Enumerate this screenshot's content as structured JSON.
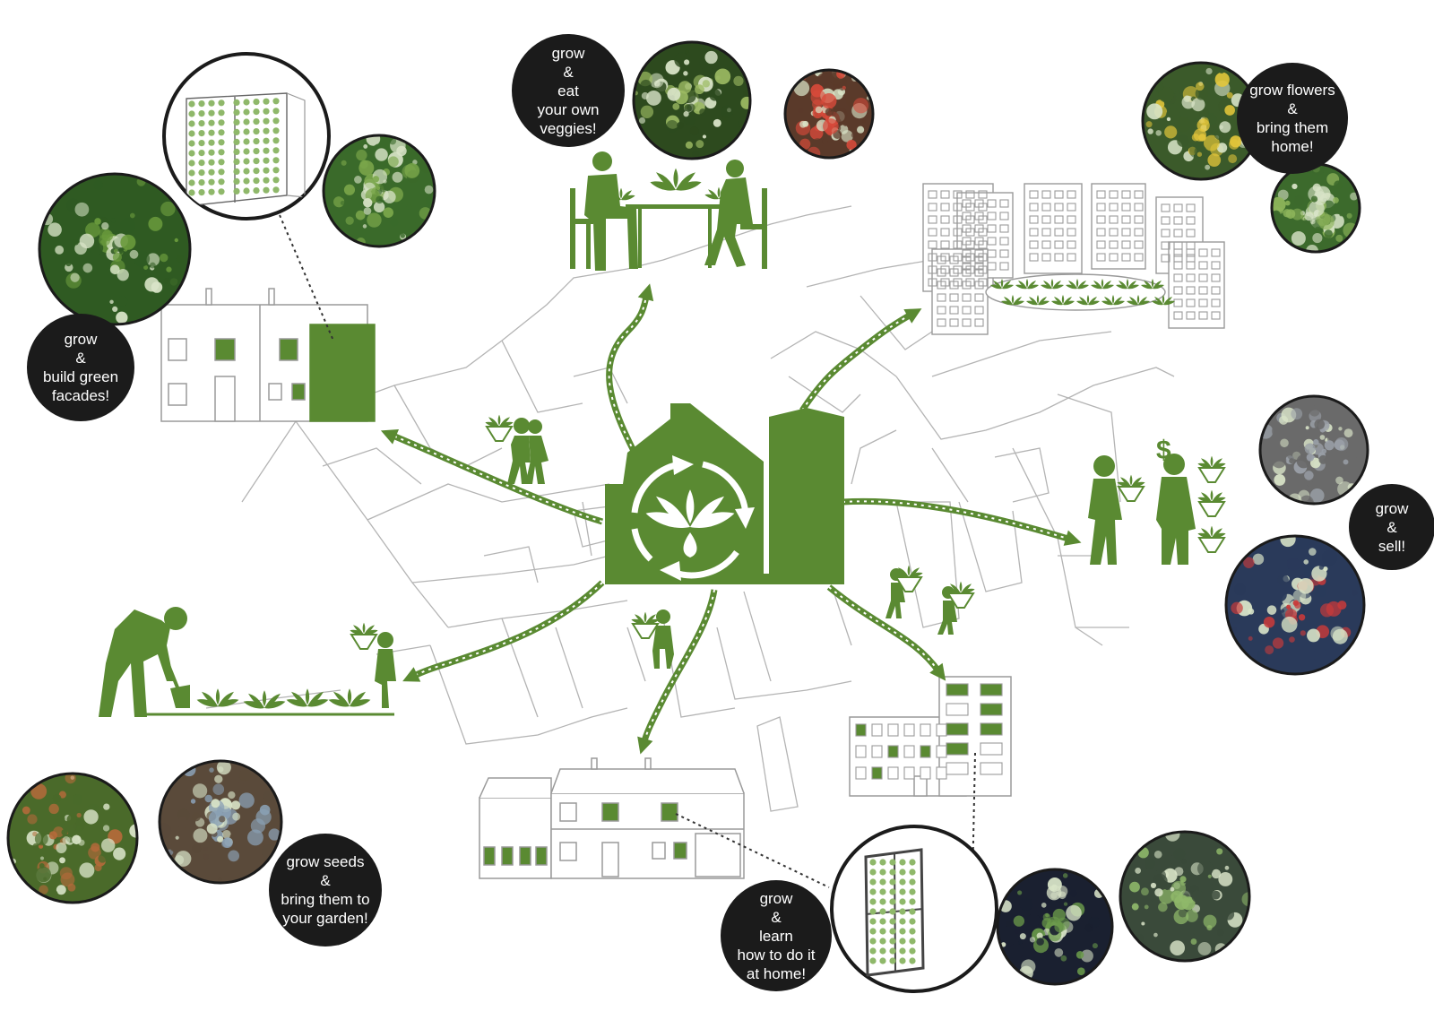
{
  "colors": {
    "green": "#5a8a32",
    "light_green": "#8fb86a",
    "dark": "#1b1b1b",
    "line": "#a8a8a8",
    "photo_green": "#3f6f2a",
    "photo_dark": "#1f2d1a"
  },
  "bubbles": {
    "veggies": "grow\n&\neat\nyour own\nveggies!",
    "flowers": "grow flowers\n&\nbring them\nhome!",
    "facades": "grow\n&\nbuild green\nfacades!",
    "sell": "grow\n&\nsell!",
    "seeds": "grow seeds\n&\nbring them to\nyour garden!",
    "learn": "grow\n&\nlearn\nhow to do it\nat home!"
  },
  "icons": {
    "center": "recycle-plant-logo-icon",
    "dollar": "$"
  }
}
